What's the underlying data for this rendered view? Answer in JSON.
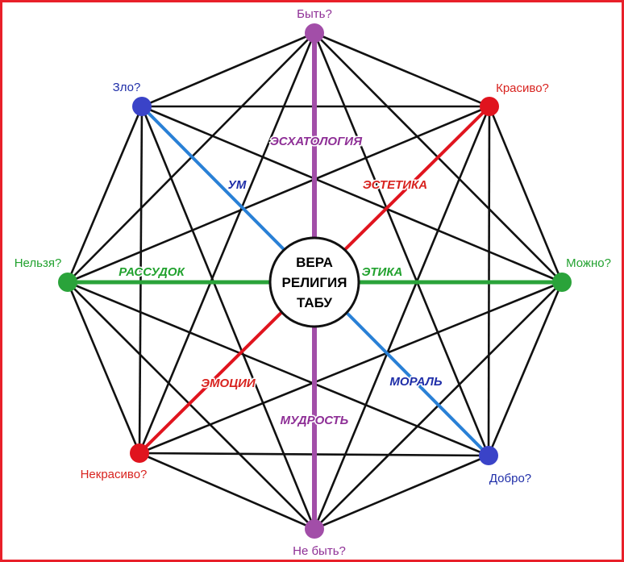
{
  "colors": {
    "frame": "#e8202a",
    "edge": "#111111",
    "purple": "#a24ea8",
    "red": "#e0141e",
    "blue": "#2980d6",
    "green": "#2aa33a",
    "nodeBlue": "#3a43c8",
    "textPurple": "#8e2f96",
    "textRed": "#d8231f",
    "textBlue": "#1f2ea8",
    "textGreen": "#22a22f"
  },
  "nodes": {
    "top": {
      "label": "Быть?"
    },
    "topRight": {
      "label": "Красиво?"
    },
    "right": {
      "label": "Можно?"
    },
    "bottomRight": {
      "label": "Добро?"
    },
    "bottom": {
      "label": "Не быть?"
    },
    "bottomLeft": {
      "label": "Некрасиво?"
    },
    "left": {
      "label": "Нельзя?"
    },
    "topLeft": {
      "label": "Зло?"
    }
  },
  "axes": {
    "eschatology": "ЭСХАТОЛОГИЯ",
    "wisdom": "МУДРОСТЬ",
    "aesthetics": "ЭСТЕТИКА",
    "emotions": "ЭМОЦИИ",
    "ethics": "ЭТИКА",
    "reason": "РАССУДОК",
    "mind": "УМ",
    "morality": "МОРАЛЬ"
  },
  "center": {
    "line1": "ВЕРА",
    "line2": "РЕЛИГИЯ",
    "line3": "ТАБУ"
  }
}
